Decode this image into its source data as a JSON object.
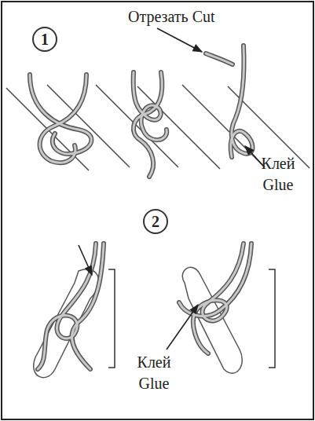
{
  "diagram": {
    "nodes": [
      {
        "text": [
          "1"
        ]
      },
      {
        "text": [
          "2"
        ]
      }
    ],
    "labels": [
      "Отрезать Cut",
      "Клей Glue",
      "Клей Glue"
    ]
  }
}
